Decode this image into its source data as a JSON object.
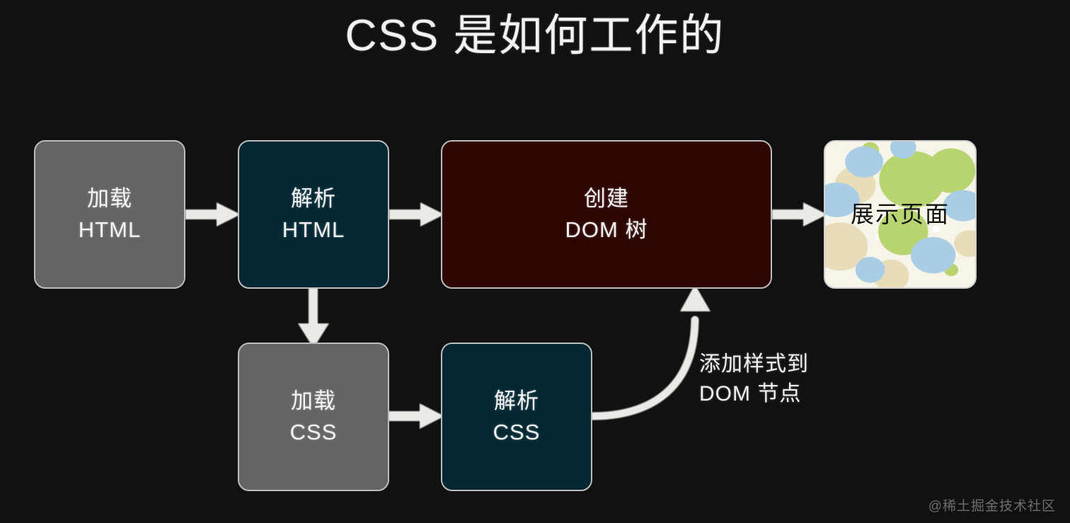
{
  "slide": {
    "title": "CSS 是如何工作的",
    "background_color": "#111111",
    "watermark": "@稀土掘金技术社区"
  },
  "palette": {
    "gray_box": "#646464",
    "teal_box": "#042833",
    "maroon_box": "#2d0503",
    "border": "#bdbdbd",
    "arrow": "#eceae6",
    "text": "#f4f4f4",
    "map_blue": "#a9cde4",
    "map_green": "#b8d470",
    "map_tan": "#e9ddb9",
    "map_base": "#f7f4ea"
  },
  "nodes": {
    "load_html": {
      "line1": "加载",
      "line2": "HTML",
      "color": "gray"
    },
    "parse_html": {
      "line1": "解析",
      "line2": "HTML",
      "color": "teal"
    },
    "create_dom": {
      "line1": "创建",
      "line2": "DOM 树",
      "color": "maroon"
    },
    "render_page": {
      "line1": "展示页面",
      "line2": "",
      "color": "map"
    },
    "load_css": {
      "line1": "加载",
      "line2": "CSS",
      "color": "gray"
    },
    "parse_css": {
      "line1": "解析",
      "line2": "CSS",
      "color": "teal"
    }
  },
  "connectors": {
    "curve_label_line1": "添加样式到",
    "curve_label_line2": "DOM 节点"
  }
}
